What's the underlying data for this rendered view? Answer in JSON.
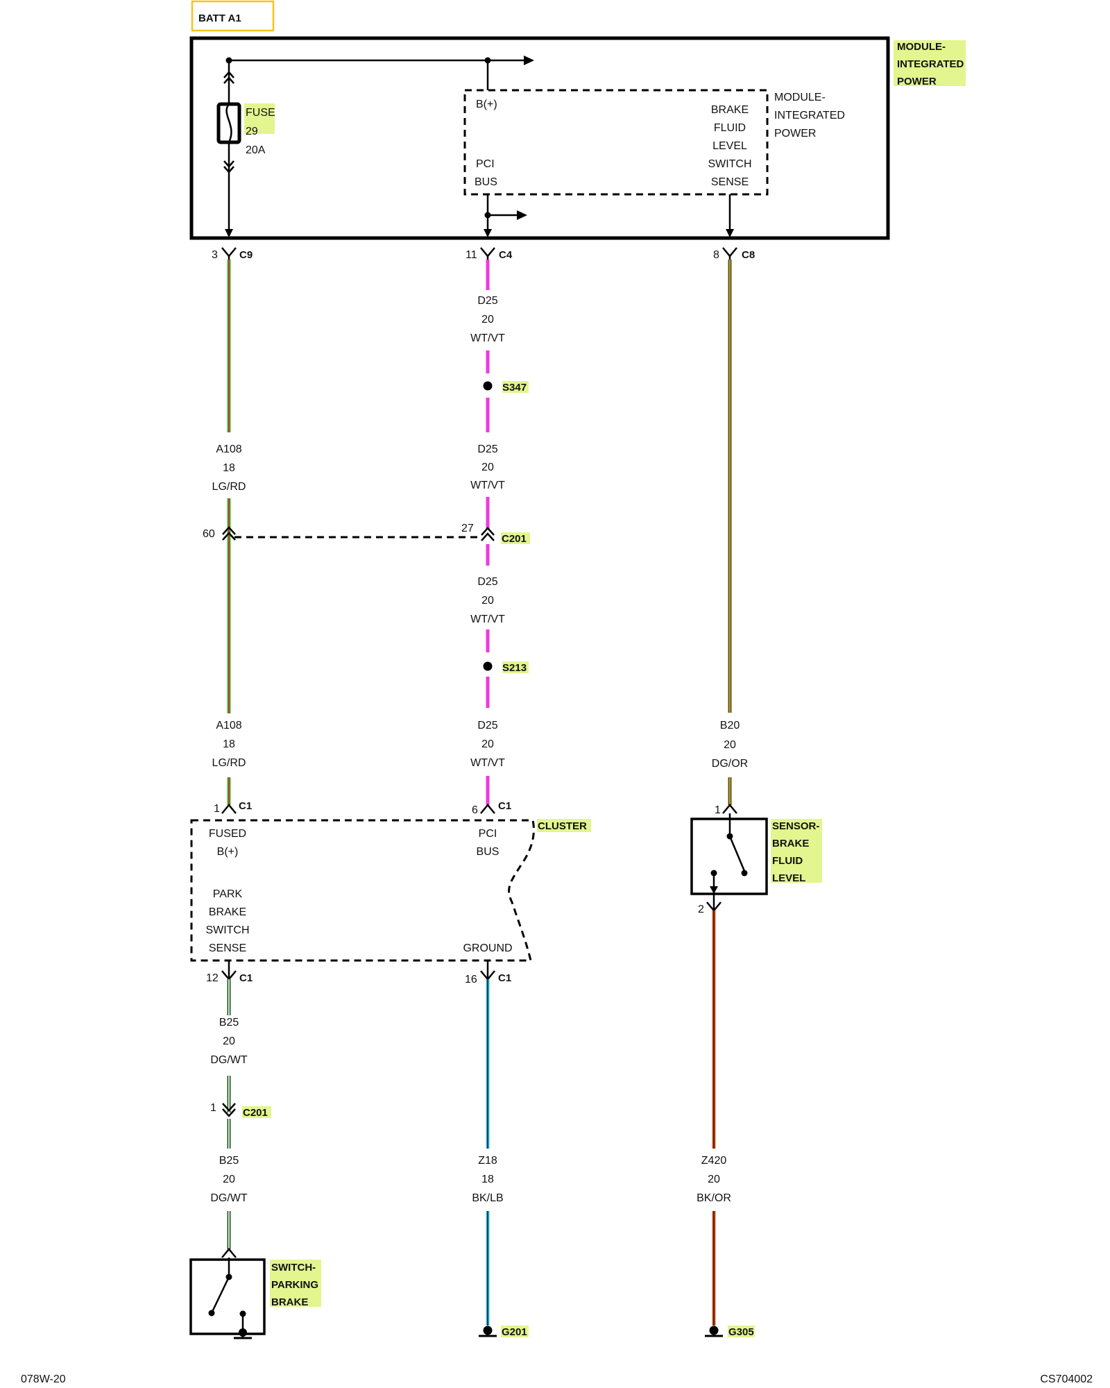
{
  "colors": {
    "highlight": "#e2f58e",
    "batt_border": "#f5c518",
    "wire_lg_rd": "#3db835",
    "wire_wt_vt": "#ee3bdc",
    "wire_dg_or": "#4b5318",
    "wire_dg_wt": "#1f5b1f",
    "wire_bk_lb": "#37c4ea",
    "wire_bk_or": "#e8591c"
  },
  "batt": "BATT A1",
  "module": {
    "title": [
      "MODULE-",
      "INTEGRATED",
      "POWER"
    ],
    "inner_title": [
      "MODULE-",
      "INTEGRATED",
      "POWER"
    ],
    "fuse": {
      "name": "FUSE",
      "number": "29",
      "rating": "20A"
    },
    "bplus": "B(+)",
    "brake_sense": [
      "BRAKE",
      "FLUID",
      "LEVEL",
      "SWITCH",
      "SENSE"
    ],
    "pci_bus": [
      "PCI",
      "BUS"
    ]
  },
  "connectors": {
    "c9": {
      "pin": "3",
      "name": "C9"
    },
    "c4": {
      "pin": "11",
      "name": "C4"
    },
    "c8": {
      "pin": "8",
      "name": "C8"
    },
    "c201_a": {
      "pin": "60"
    },
    "c201_b": {
      "pin": "27",
      "name": "C201"
    },
    "cluster_c1_a": {
      "pin": "1",
      "name": "C1"
    },
    "cluster_c1_b": {
      "pin": "6",
      "name": "C1"
    },
    "cluster_c1_c": {
      "pin": "12",
      "name": "C1"
    },
    "cluster_c1_d": {
      "pin": "16",
      "name": "C1"
    },
    "c201_c": {
      "pin": "1",
      "name": "C201"
    },
    "sensor_top": {
      "pin": "1"
    },
    "sensor_bottom": {
      "pin": "2"
    }
  },
  "splices": {
    "s347": "S347",
    "s213": "S213"
  },
  "wires": {
    "d25_1": [
      "D25",
      "20",
      "WT/VT"
    ],
    "d25_2": [
      "D25",
      "20",
      "WT/VT"
    ],
    "d25_3": [
      "D25",
      "20",
      "WT/VT"
    ],
    "d25_4": [
      "D25",
      "20",
      "WT/VT"
    ],
    "a108_1": [
      "A108",
      "18",
      "LG/RD"
    ],
    "a108_2": [
      "A108",
      "18",
      "LG/RD"
    ],
    "b20": [
      "B20",
      "20",
      "DG/OR"
    ],
    "b25_1": [
      "B25",
      "20",
      "DG/WT"
    ],
    "b25_2": [
      "B25",
      "20",
      "DG/WT"
    ],
    "z18": [
      "Z18",
      "18",
      "BK/LB"
    ],
    "z420": [
      "Z420",
      "20",
      "BK/OR"
    ]
  },
  "cluster": {
    "name": "CLUSTER",
    "fused": [
      "FUSED",
      "B(+)"
    ],
    "park": [
      "PARK",
      "BRAKE",
      "SWITCH",
      "SENSE"
    ],
    "pci": [
      "PCI",
      "BUS"
    ],
    "ground": "GROUND"
  },
  "sensor": [
    "SENSOR-",
    "BRAKE",
    "FLUID",
    "LEVEL"
  ],
  "switch": [
    "SWITCH-",
    "PARKING",
    "BRAKE"
  ],
  "grounds": {
    "g201": "G201",
    "g305": "G305"
  },
  "footer": {
    "left": "078W-20",
    "right": "CS704002"
  }
}
